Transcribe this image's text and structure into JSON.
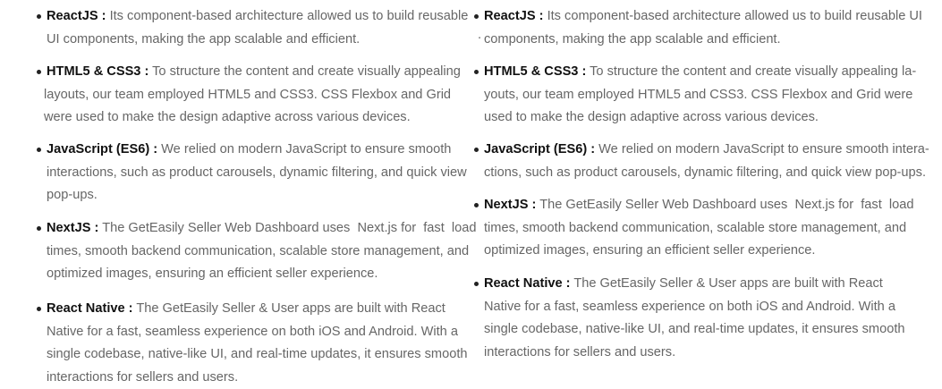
{
  "columns": [
    {
      "items": [
        {
          "title": "ReactJS :",
          "lines": [
            " Its component-based architecture allowed us to build reusable",
            "UI components, making the app scalable and efficient."
          ]
        },
        {
          "title": "HTML5 & CSS3 :",
          "lines": [
            " To structure the content and create visually appealing",
            "layouts, our team employed HTML5 and CSS3. CSS Flexbox and Grid",
            "were used to make the design adaptive across various devices."
          ]
        },
        {
          "title": "JavaScript (ES6) :",
          "lines": [
            " We relied on modern JavaScript to ensure smooth",
            "interactions, such as product carousels, dynamic filtering, and quick view",
            "pop-ups."
          ]
        },
        {
          "title": "NextJS :",
          "lines": [
            " The GetEasily Seller Web Dashboard uses  Next.js for  fast  load",
            "times, smooth backend communication, scalable store management, and",
            "optimized images, ensuring an efficient seller experience."
          ]
        },
        {
          "title": "React Native :",
          "lines": [
            " The GetEasily Seller & User apps are built with React",
            "Native for a fast, seamless experience on both iOS and Android. With a",
            "single codebase, native-like UI, and real-time updates, it ensures smooth",
            "interactions for sellers and users."
          ]
        }
      ]
    },
    {
      "stray_mark": ".",
      "items": [
        {
          "title": "ReactJS :",
          "lines": [
            " Its component-based architecture allowed us to build reusable UI",
            "components, making the app scalable and efficient."
          ]
        },
        {
          "title": "HTML5 & CSS3 :",
          "lines": [
            " To structure the content and create visually appealing la-",
            "youts, our team employed HTML5 and CSS3. CSS Flexbox and Grid were",
            "used to make the design adaptive across various devices."
          ]
        },
        {
          "title": "JavaScript (ES6) :",
          "lines": [
            " We relied on modern JavaScript to ensure smooth intera-",
            "ctions, such as product carousels, dynamic filtering, and quick view pop-ups."
          ]
        },
        {
          "title": "NextJS :",
          "lines": [
            " The GetEasily Seller Web Dashboard uses  Next.js for  fast  load",
            "times, smooth backend communication, scalable store management, and",
            "optimized images, ensuring an efficient seller experience."
          ]
        },
        {
          "title": "React Native :",
          "lines": [
            " The GetEasily Seller & User apps are built with React",
            "Native for a fast, seamless experience on both iOS and Android. With a",
            "single codebase, native-like UI, and real-time updates, it ensures smooth",
            "interactions for sellers and users."
          ]
        }
      ]
    }
  ]
}
